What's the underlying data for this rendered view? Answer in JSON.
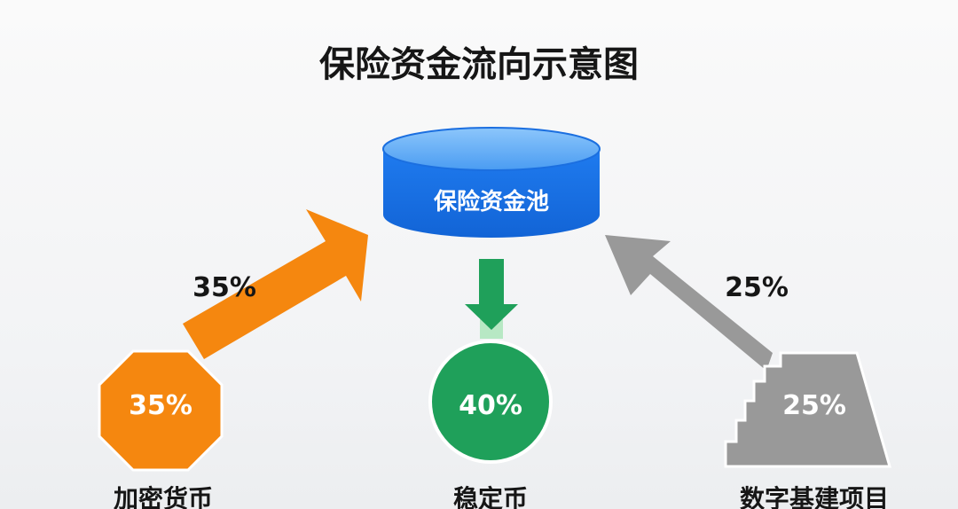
{
  "title": "保险资金流向示意图",
  "pool": {
    "label": "保险资金池"
  },
  "flows": [
    {
      "id": "crypto",
      "percent_label": "35%",
      "node_value": "35%",
      "node_name": "加密货币",
      "shape": "octagon",
      "arrow_direction": "toward-pool"
    },
    {
      "id": "stablecoin",
      "percent_label": "",
      "node_value": "40%",
      "node_name": "稳定币",
      "shape": "circle",
      "arrow_direction": "from-pool"
    },
    {
      "id": "digital-infra",
      "percent_label": "25%",
      "node_value": "25%",
      "node_name": "数字基建项目",
      "shape": "stairs",
      "arrow_direction": "toward-pool"
    }
  ],
  "colors": {
    "pool_blue": "#1a73e8",
    "pool_top": "#5aa8f5",
    "crypto_orange": "#f5870f",
    "stable_green": "#1fa05a",
    "infra_gray": "#999999",
    "text_dark": "#161616"
  }
}
